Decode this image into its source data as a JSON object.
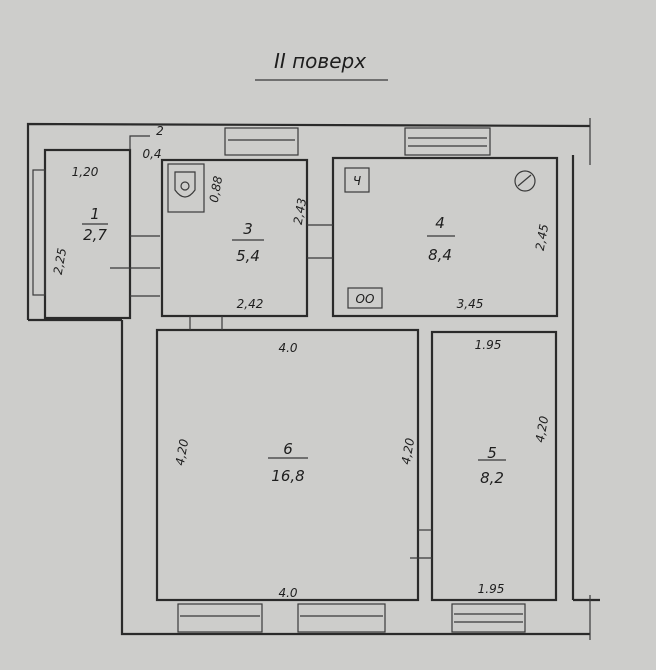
{
  "title": "II поверх",
  "rooms": [
    {
      "number": "1",
      "area": "2,7"
    },
    {
      "number": "2",
      "area": "0,4"
    },
    {
      "number": "3",
      "area": "5,4"
    },
    {
      "number": "4",
      "area": "8,4"
    },
    {
      "number": "5",
      "area": "8,2"
    },
    {
      "number": "6",
      "area": "16,8"
    }
  ],
  "dimensions": {
    "room1_width": "1,20",
    "room1_length": "2,25",
    "room3_toilet": "0,88",
    "room3_height": "2,43",
    "room3_width": "2,42",
    "room4_height": "2,45",
    "room4_width": "3,45",
    "room6_top": "4.0",
    "room6_bottom": "4.0",
    "room6_left": "4,20",
    "room6_right": "4,20",
    "room5_top": "1.95",
    "room5_bottom": "1.95",
    "room5_right": "4,20"
  },
  "fixtures": {
    "stove_label": "Ч",
    "burner_label": "ОО"
  }
}
